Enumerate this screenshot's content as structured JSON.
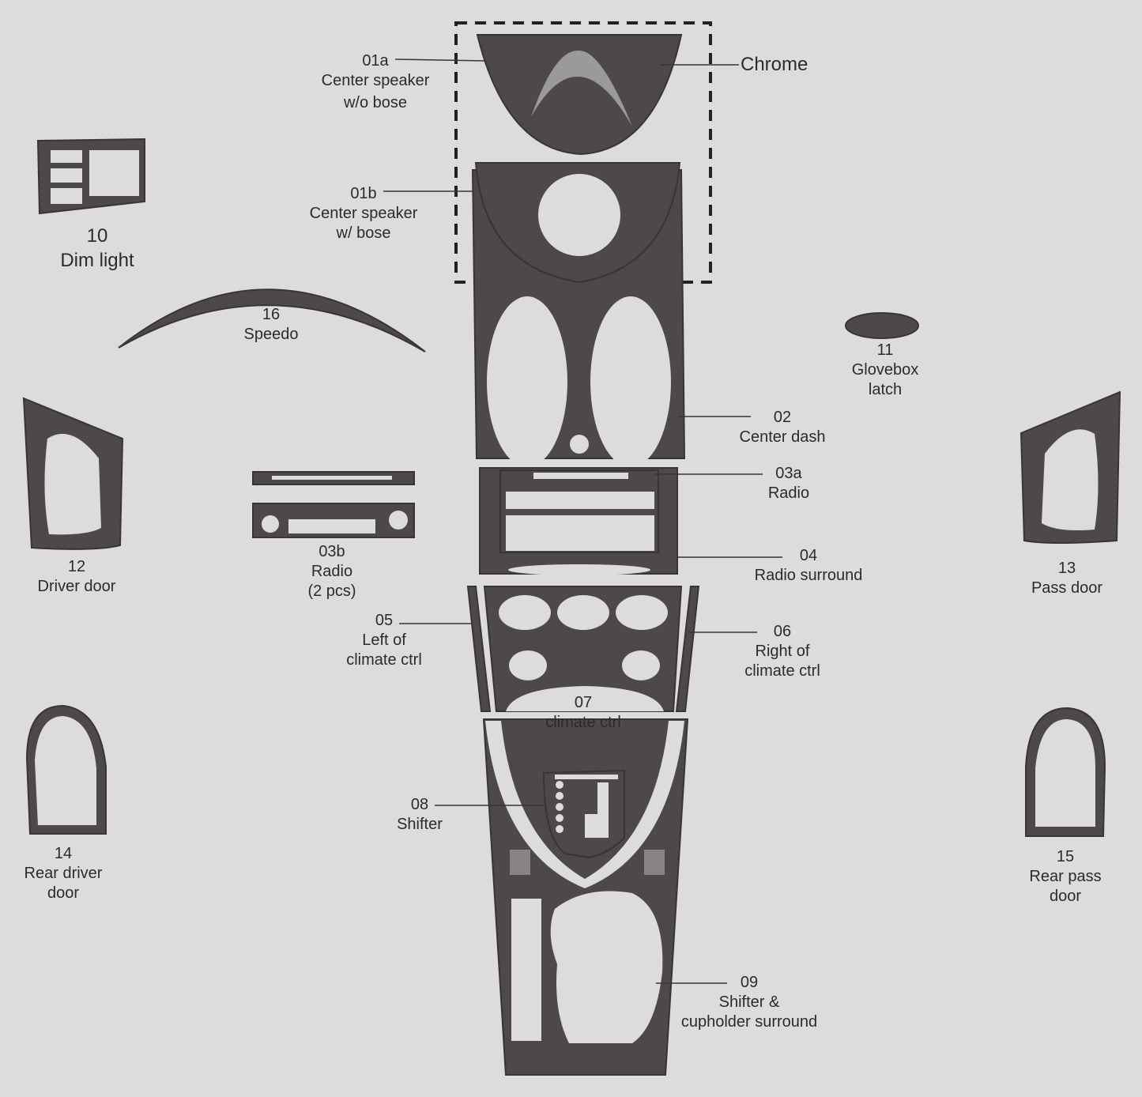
{
  "colors": {
    "background": "#dcdcdc",
    "part_fill": "#4e4848",
    "chrome": "#9a9a9a",
    "text": "#2b2b2b"
  },
  "labels": {
    "p01a": {
      "num": "01a",
      "line1": "Center speaker",
      "line2": "w/o bose"
    },
    "chrome": "Chrome",
    "p01b": {
      "num": "01b",
      "line1": "Center speaker",
      "line2": "w/ bose"
    },
    "p10": {
      "num": "10",
      "line1": "Dim light"
    },
    "p16": {
      "num": "16",
      "line1": "Speedo"
    },
    "p11": {
      "num": "11",
      "line1": "Glovebox",
      "line2": "latch"
    },
    "p02": {
      "num": "02",
      "line1": "Center dash"
    },
    "p03a": {
      "num": "03a",
      "line1": "Radio"
    },
    "p03b": {
      "num": "03b",
      "line1": "Radio",
      "line2": "(2 pcs)"
    },
    "p04": {
      "num": "04",
      "line1": "Radio surround"
    },
    "p12": {
      "num": "12",
      "line1": "Driver door"
    },
    "p13": {
      "num": "13",
      "line1": "Pass door"
    },
    "p05": {
      "num": "05",
      "line1": "Left of",
      "line2": "climate ctrl"
    },
    "p06": {
      "num": "06",
      "line1": "Right of",
      "line2": "climate ctrl"
    },
    "p07": {
      "num": "07",
      "line1": "climate ctrl"
    },
    "p08": {
      "num": "08",
      "line1": "Shifter"
    },
    "p14": {
      "num": "14",
      "line1": "Rear driver",
      "line2": "door"
    },
    "p15": {
      "num": "15",
      "line1": "Rear pass",
      "line2": "door"
    },
    "p09": {
      "num": "09",
      "line1": "Shifter &",
      "line2": "cupholder surround"
    }
  }
}
